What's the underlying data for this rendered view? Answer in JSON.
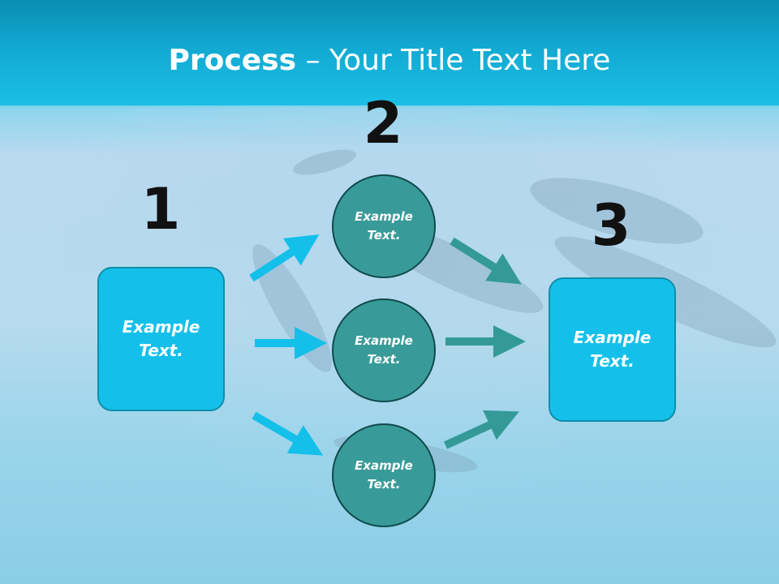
{
  "title": {
    "bold": "Process",
    "rest": " – Your Title Text Here"
  },
  "steps": {
    "one": "1",
    "two": "2",
    "three": "3"
  },
  "left_box": {
    "text": "Example Text."
  },
  "circles": [
    {
      "text": "Example Text."
    },
    {
      "text": "Example Text."
    },
    {
      "text": "Example Text."
    }
  ],
  "right_box": {
    "text": "Example Text."
  },
  "colors": {
    "arrow_in": "#14c0ea",
    "arrow_out": "#339a98",
    "circle": "#399b99",
    "box": "#14c0ea"
  }
}
